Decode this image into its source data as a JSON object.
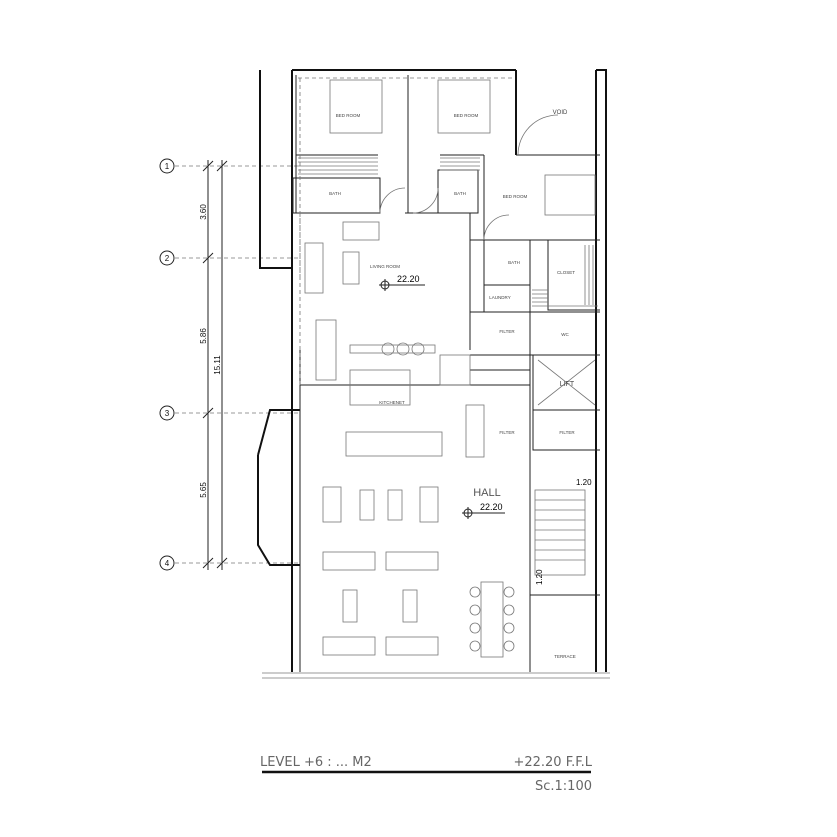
{
  "rooms": {
    "bedroom1": "BED ROOM",
    "bedroom2": "BED ROOM",
    "bedroom3": "BED ROOM",
    "bath1": "BATH",
    "bath2": "BATH",
    "bath3": "BATH",
    "void": "VOID",
    "living": "LIVING ROOM",
    "closet": "CLOSET",
    "laundry": "LAUNDRY",
    "filter1": "FILTER",
    "filter2": "FILTER",
    "filter3": "FILTER",
    "wc": "WC",
    "lift": "LIFT",
    "kitchenet": "KITCHENET",
    "hall": "HALL",
    "terrace": "TERRACE"
  },
  "levels": {
    "living": "22.20",
    "hall": "22.20"
  },
  "stair_dims": {
    "top": "1.20",
    "side": "1.20"
  },
  "grid": {
    "labels": [
      "1",
      "2",
      "3",
      "4"
    ],
    "spans": [
      "3.60",
      "5.86",
      "5.65"
    ],
    "total": "15.11"
  },
  "title": {
    "level": "LEVEL +6 : ... M2",
    "ffl": "+22.20 F.F.L",
    "scale": "Sc.1:100"
  }
}
